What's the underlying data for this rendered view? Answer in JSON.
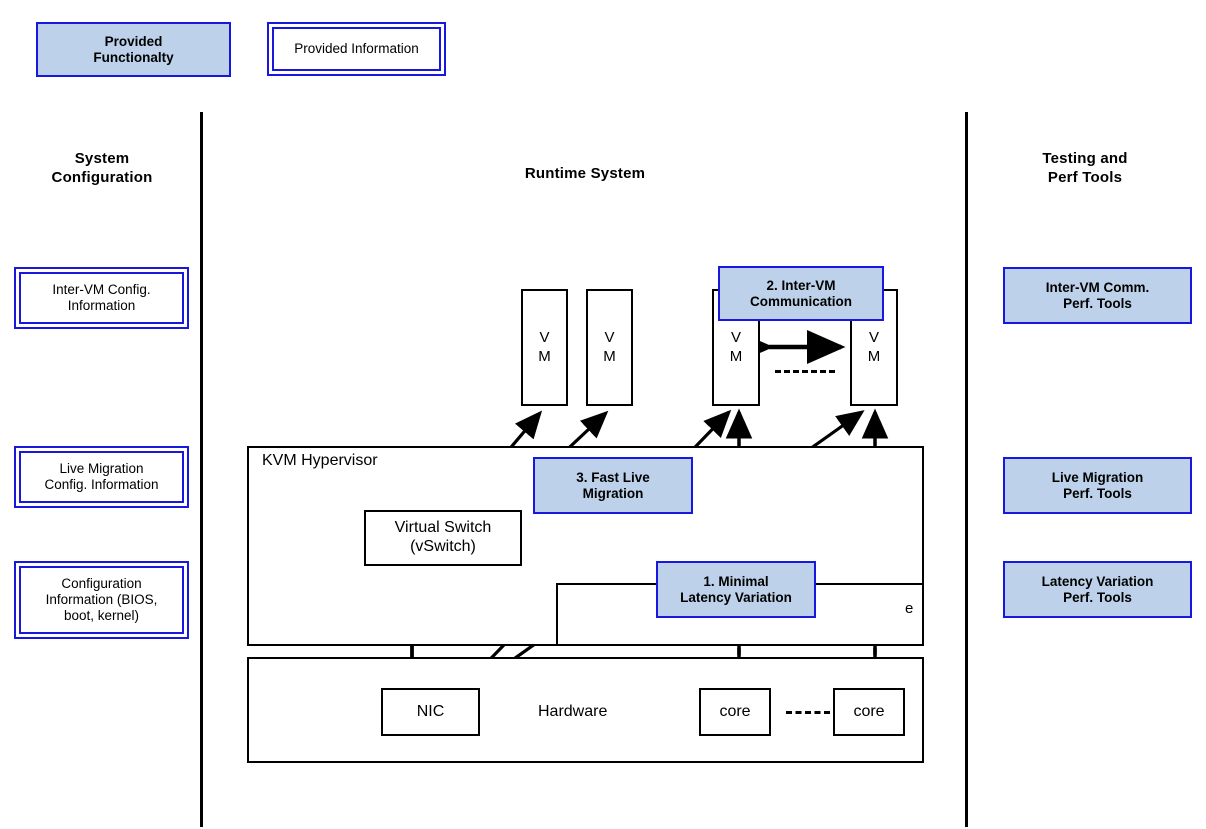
{
  "legend": {
    "functionality_label": "Provided\nFunctionalty",
    "functionality_line1": "Provided",
    "functionality_line2": "Functionalty",
    "information_label": "Provided Information"
  },
  "columns": {
    "left": {
      "heading_line1": "System",
      "heading_line2": "Configuration",
      "items": [
        {
          "line1": "Inter-VM Config.",
          "line2": "Information",
          "line3": ""
        },
        {
          "line1": "Live Migration",
          "line2": "Config. Information",
          "line3": ""
        },
        {
          "line1": "Configuration",
          "line2": "Information (BIOS,",
          "line3": "boot, kernel)"
        }
      ]
    },
    "center": {
      "heading": "Runtime System",
      "hypervisor_label": "KVM Hypervisor",
      "hardware_label": "Hardware",
      "vswitch_line1": "Virtual Switch",
      "vswitch_line2": "(vSwitch)",
      "nic_label": "NIC",
      "core_label_1": "core",
      "core_label_2": "core",
      "scheduler_label_visible": "e",
      "vms": [
        {
          "line1": "V",
          "line2": "M"
        },
        {
          "line1": "V",
          "line2": "M"
        },
        {
          "line1": "V",
          "line2": "M"
        },
        {
          "line1": "V",
          "line2": "M"
        }
      ],
      "callouts": [
        {
          "id": "inter-vm-communication",
          "line1": "2. Inter-VM",
          "line2": "Communication"
        },
        {
          "id": "fast-live-migration",
          "line1": "3. Fast Live",
          "line2": "Migration"
        },
        {
          "id": "minimal-latency-variation",
          "line1": "1. Minimal",
          "line2": "Latency Variation"
        }
      ]
    },
    "right": {
      "heading_line1": "Testing and",
      "heading_line2": "Perf Tools",
      "items": [
        {
          "line1": "Inter-VM Comm.",
          "line2": "Perf. Tools"
        },
        {
          "line1": "Live Migration",
          "line2": "Perf. Tools"
        },
        {
          "line1": "Latency Variation",
          "line2": "Perf. Tools"
        }
      ]
    }
  },
  "colors": {
    "accent_fill": "#bdd2ea",
    "accent_border": "#1717e0",
    "outline": "#000000",
    "background": "#ffffff"
  }
}
